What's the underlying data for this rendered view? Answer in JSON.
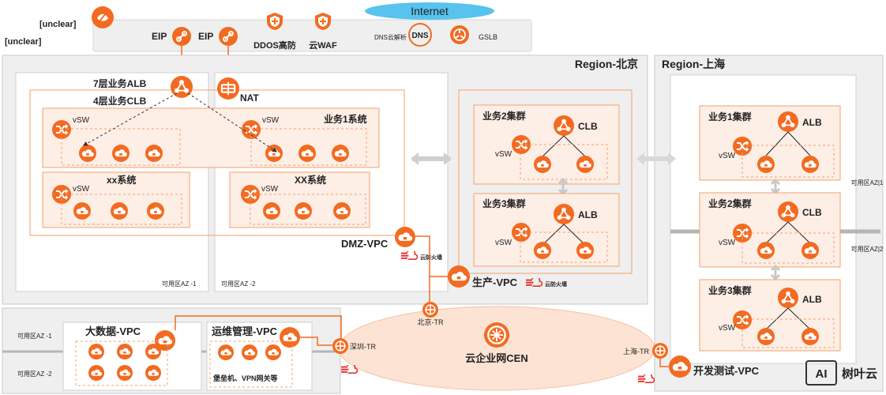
{
  "colors": {
    "accent": "#f26b21",
    "region_bg": "#efefef",
    "region_border": "#c8c8c8",
    "orange_line": "#f5a26a",
    "cen_fill": "#fde3d3",
    "internet": "#57c3ee"
  },
  "top_bar": {
    "left_label_1": "[unclear]",
    "left_label_2": "[unclear]",
    "internet_label": "Internet",
    "eip_label": "EIP",
    "ddos_label": "DDOS高防",
    "waf_label": "云WAF",
    "dns_label": "DNS云解析",
    "dns_icon_text": "DNS",
    "gslb_label": "GSLB"
  },
  "beijing": {
    "region_title": "Region-北京",
    "alb7_label": "7层业务ALB",
    "clb4_label": "4层业务CLB",
    "nat_label": "NAT",
    "vsw": "vSW",
    "biz1_label": "业务1系统",
    "xx_lower_label": "xx系统",
    "xx_upper_label": "XX系统",
    "az1_label": "可用区AZ -1",
    "az2_label": "可用区AZ -2",
    "dmz_label": "DMZ-VPC",
    "firewall_label": "云防火墙",
    "prod_label": "生产-VPC",
    "cluster2_label": "业务2集群",
    "cluster2_lb": "CLB",
    "cluster3_label": "业务3集群",
    "cluster3_lb": "ALB"
  },
  "shanghai": {
    "region_title": "Region-上海",
    "cluster1_label": "业务1集群",
    "cluster1_lb": "ALB",
    "cluster2_label": "业务2集群",
    "cluster2_lb": "CLB",
    "cluster3_label": "业务3集群",
    "cluster3_lb": "ALB",
    "vsw": "vSW",
    "az1_label": "可用区AZ|1",
    "az2_label": "可用区AZ|2",
    "dev_label": "开发测试-VPC"
  },
  "bottom": {
    "az1_label": "可用区AZ -1",
    "az2_label": "可用区AZ -2",
    "bigdata_label": "大数据-VPC",
    "ops_label": "运维管理-VPC",
    "ops_sub_label": "堡垒机、VPN网关等"
  },
  "cen": {
    "label": "云企业网CEN",
    "beijing_tr": "北京-TR",
    "shenzhen_tr": "深圳-TR",
    "shanghai_tr": "上海-TR"
  },
  "watermark": {
    "ai_text": "AI",
    "brand_text": "树叶云"
  }
}
